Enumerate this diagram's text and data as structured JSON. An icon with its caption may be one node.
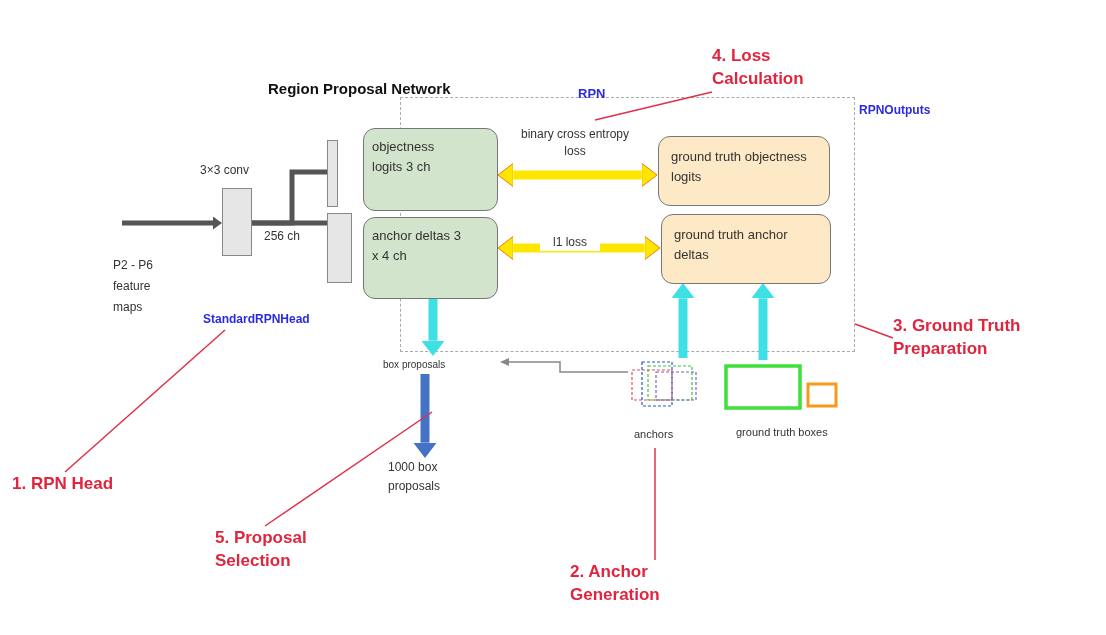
{
  "diagram": {
    "title": "Region Proposal Network",
    "nodes": [
      {
        "text": [],
        "shape": "box"
      },
      {
        "text": [],
        "shape": "bar"
      },
      {
        "text": [],
        "shape": "bar"
      },
      {
        "text": [
          "objectness logits  3 ch"
        ]
      },
      {
        "text": [
          "anchor deltas 3 x 4 ch"
        ]
      },
      {
        "text": [
          "RPNOutputs"
        ]
      },
      {
        "text": [
          "ground truth objectness logits"
        ],
        "in": 5
      },
      {
        "text": [
          "ground truth anchor deltas"
        ],
        "in": 5
      },
      {
        "text": [
          "StandardRPNHead"
        ]
      },
      {
        "text": [
          "box proposals"
        ]
      },
      {
        "text": [
          "1000 box proposals"
        ]
      },
      {
        "text": [],
        "shape": "box",
        "beside": [
          "anchors"
        ]
      },
      {
        "text": [],
        "shape": "box",
        "beside": [
          "ground truth boxes"
        ]
      },
      {
        "text": [
          "1. RPN Head"
        ]
      },
      {
        "text": [
          "2. Anchor Generation"
        ]
      },
      {
        "text": [
          "3. Ground Truth Preparation"
        ]
      },
      {
        "text": [
          "4. Loss Calculation"
        ]
      },
      {
        "text": [
          "5. Proposal Selection"
        ]
      }
    ],
    "edges": [
      {
        "from": null,
        "to": 0,
        "arrow": "to",
        "color": "#555555"
      },
      {
        "from": 0,
        "to": 2,
        "arrow": "none",
        "color": "#555555",
        "label": "256 ch"
      },
      {
        "from": 0,
        "to": 1,
        "arrow": "none",
        "color": "#555555"
      },
      {
        "from": 3,
        "to": 6,
        "arrow": "both",
        "style": "thick",
        "color": "#ffe600",
        "label": "binary cross entropy loss"
      },
      {
        "from": 4,
        "to": 7,
        "arrow": "both",
        "style": "thick",
        "color": "#ffe600",
        "label": "l1 loss"
      },
      {
        "from": 4,
        "to": 9,
        "arrow": "to",
        "style": "thick",
        "color": "#3ee0e6"
      },
      {
        "from": 11,
        "to": 7,
        "arrow": "to",
        "style": "thick",
        "color": "#3ee0e6"
      },
      {
        "from": 12,
        "to": 7,
        "arrow": "to",
        "style": "thick",
        "color": "#3ee0e6"
      },
      {
        "from": 9,
        "to": 10,
        "arrow": "to",
        "style": "thick",
        "color": "#4472c4"
      },
      {
        "from": 11,
        "to": 9,
        "arrow": "to",
        "color": "#888888"
      },
      {
        "from": 13,
        "to": 8,
        "arrow": "none",
        "color": "#e0304a"
      },
      {
        "from": 14,
        "to": 11,
        "arrow": "none",
        "color": "#e0304a"
      },
      {
        "from": 15,
        "to": 5,
        "arrow": "none",
        "color": "#e0304a"
      },
      {
        "from": 16,
        "to": null,
        "arrow": "none",
        "color": "#e0304a"
      },
      {
        "from": 17,
        "to": null,
        "arrow": "none",
        "color": "#e0304a"
      }
    ],
    "labels": [
      "RPN",
      "3×3 conv",
      "P2 - P6 feature maps"
    ]
  }
}
